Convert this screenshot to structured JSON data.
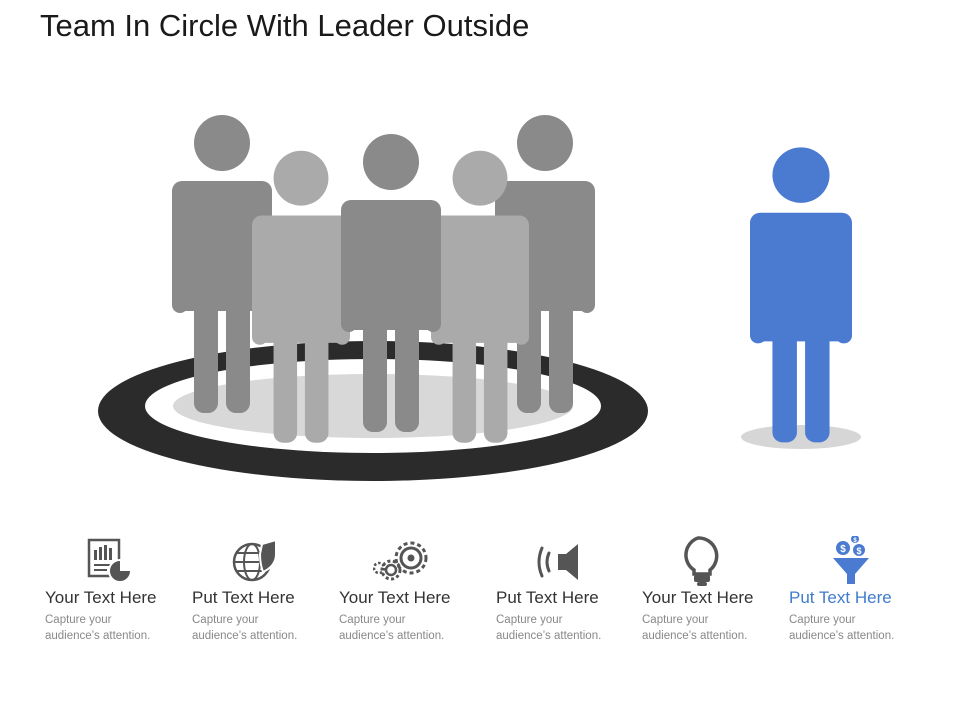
{
  "title": "Team In Circle With Leader Outside",
  "colors": {
    "team_dark": "#8a8a8a",
    "team_light": "#a9a9a9",
    "ring": "#2b2b2b",
    "leader": "#4a7bd1",
    "accent_text": "#3f7ccc"
  },
  "features": [
    {
      "icon": "chart-document-icon",
      "heading": "Your Text Here",
      "desc_line1": "Capture your",
      "desc_line2": "audience’s attention."
    },
    {
      "icon": "globe-shield-icon",
      "heading": "Put Text Here",
      "desc_line1": "Capture your",
      "desc_line2": "audience’s attention."
    },
    {
      "icon": "gears-icon",
      "heading": "Your Text Here",
      "desc_line1": "Capture your",
      "desc_line2": "audience’s attention."
    },
    {
      "icon": "speaker-icon",
      "heading": "Put Text Here",
      "desc_line1": "Capture your",
      "desc_line2": "audience’s attention."
    },
    {
      "icon": "lightbulb-icon",
      "heading": "Your Text Here",
      "desc_line1": "Capture your",
      "desc_line2": "audience’s attention."
    },
    {
      "icon": "money-funnel-icon",
      "heading": "Put Text Here",
      "desc_line1": "Capture your",
      "desc_line2": "audience’s attention."
    }
  ]
}
